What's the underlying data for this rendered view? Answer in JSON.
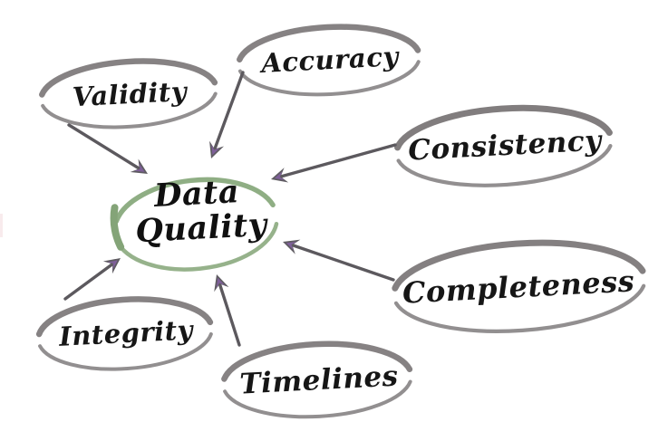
{
  "diagram": {
    "title_semantic": "Data Quality mind map",
    "center": {
      "label_line1": "Data",
      "label_line2": "Quality"
    },
    "nodes": [
      {
        "id": "validity",
        "label": "Validity"
      },
      {
        "id": "accuracy",
        "label": "Accuracy"
      },
      {
        "id": "consistency",
        "label": "Consistency"
      },
      {
        "id": "completeness",
        "label": "Completeness"
      },
      {
        "id": "timelines",
        "label": "Timelines"
      },
      {
        "id": "integrity",
        "label": "Integrity"
      }
    ],
    "arrows": [
      {
        "from": "validity",
        "to": "center"
      },
      {
        "from": "accuracy",
        "to": "center"
      },
      {
        "from": "consistency",
        "to": "center"
      },
      {
        "from": "completeness",
        "to": "center"
      },
      {
        "from": "timelines",
        "to": "center"
      },
      {
        "from": "integrity",
        "to": "center"
      }
    ],
    "colors": {
      "background": "#ffffff",
      "node_oval_stroke": "#8b8889",
      "center_oval_stroke": "#8fae84",
      "arrow_shaft": "#5c595e",
      "arrowhead_fill": "#5f5c62",
      "arrowhead_accent": "#7e5f99",
      "text": "#161616"
    }
  }
}
